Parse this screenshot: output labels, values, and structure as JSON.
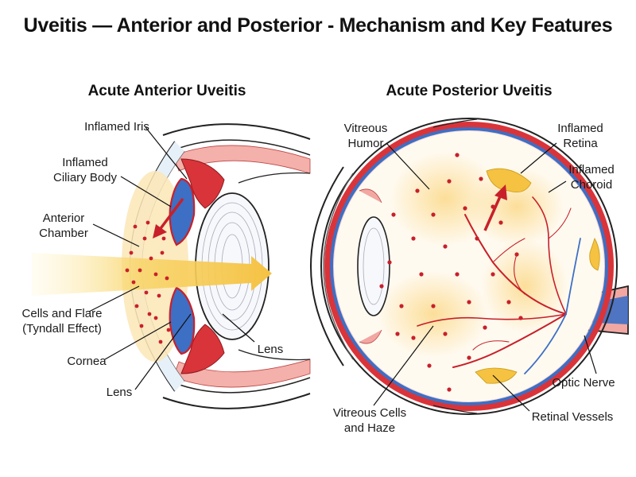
{
  "title": "Uveitis — Anterior and Posterior - Mechanism and Key Features",
  "panels": {
    "anterior": {
      "title": "Acute Anterior Uveitis",
      "labels": {
        "inflamed_iris": "Inflamed Iris",
        "inflamed_ciliary_body_1": "Inflamed",
        "inflamed_ciliary_body_2": "Ciliary Body",
        "anterior_chamber_1": "Anterior",
        "anterior_chamber_2": "Chamber",
        "cells_flare_1": "Cells and Flare",
        "cells_flare_2": "(Tyndall Effect)",
        "cornea": "Cornea",
        "lens_bottom": "Lens",
        "lens_right": "Lens"
      }
    },
    "posterior": {
      "title": "Acute Posterior Uveitis",
      "labels": {
        "vitreous_humor_1": "Vitreous",
        "vitreous_humor_2": "Humor",
        "inflamed_retina_1": "Inflamed",
        "inflamed_retina_2": "Retina",
        "inflamed_choroid_1": "Inflamed",
        "inflamed_choroid_2": "Choroid",
        "optic_nerve": "Optic Nerve",
        "retinal_vessels": "Retinal Vessels",
        "vitreous_cells_1": "Vitreous Cells",
        "vitreous_cells_2": "and Haze"
      }
    }
  },
  "colors": {
    "inflamed_red": "#d9343a",
    "tissue_pink": "#f2a7a2",
    "iris_blue": "#3d6fc4",
    "haze_yellow": "#fbd98a",
    "beam_yellow": "#f5c242",
    "cell_dot": "#c8202a"
  }
}
